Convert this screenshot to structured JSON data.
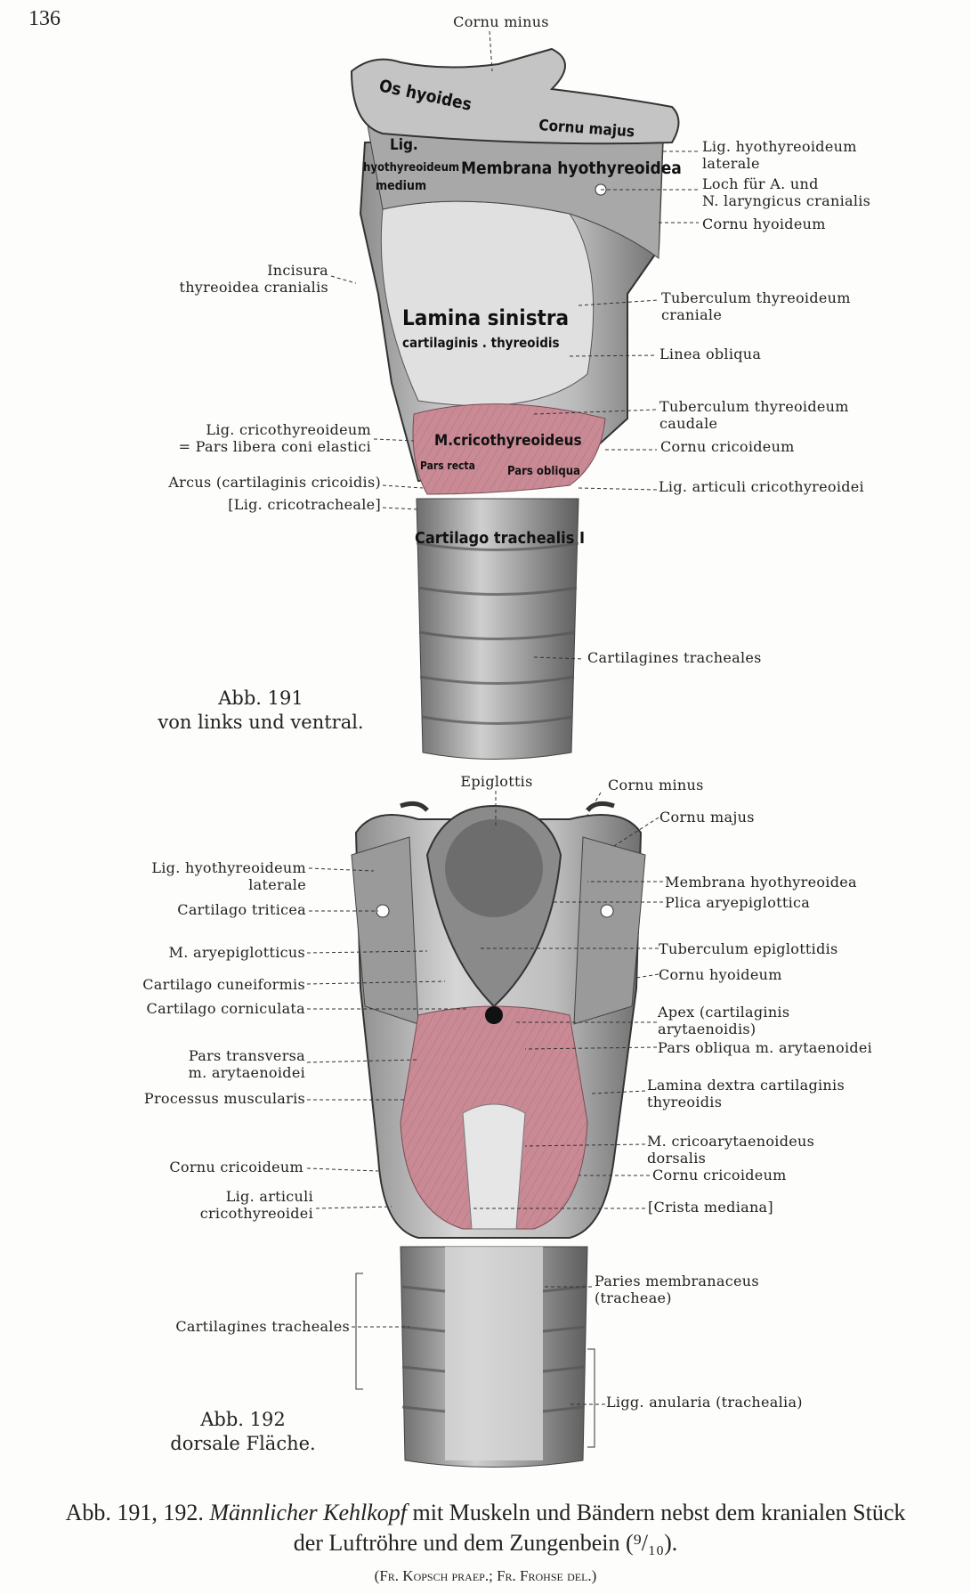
{
  "page_number": "136",
  "fig191": {
    "title": "Abb. 191\nvon links und ventral.",
    "inner_labels": {
      "os_hyoides": "Os hyoides",
      "cornu_majus": "Cornu majus",
      "lig_med_1": "Lig.",
      "lig_med_2": "hyothyreoideum",
      "lig_med_3": "medium",
      "membrana": "Membrana hyothyreoidea",
      "lamina_1": "Lamina sinistra",
      "lamina_2": "cartilaginis . thyreoidis",
      "m_crico": "M.cricothyreoideus",
      "pars_recta": "Pars recta",
      "pars_obliqua": "Pars obliqua",
      "cart_trach": "Cartilago trachealis I"
    },
    "labels": {
      "cornu_minus": "Cornu minus",
      "lig_hyo_lat": "Lig. hyothyreoideum\nlaterale",
      "loch": "Loch für A. und\nN. laryngicus cranialis",
      "cornu_hyoideum": "Cornu hyoideum",
      "incisura": "Incisura\nthyreoidea cranialis",
      "tub_cran": "Tuberculum thyreoideum\ncraniale",
      "linea": "Linea obliqua",
      "tub_caud": "Tuberculum thyreoideum\ncaudale",
      "cornu_cric": "Cornu cricoideum",
      "lig_art": "Lig. articuli cricothyreoidei",
      "lig_cricothy": "Lig. cricothyreoideum\n= Pars libera coni elastici",
      "arcus": "Arcus (cartilaginis cricoidis)",
      "lig_cricotr": "[Lig. cricotracheale]",
      "cart_tracheales": "Cartilagines tracheales"
    }
  },
  "fig192": {
    "title": "Abb. 192\ndorsale Fläche.",
    "labels": {
      "epiglottis": "Epiglottis",
      "cornu_minus": "Cornu minus",
      "cornu_majus": "Cornu majus",
      "lig_hyo_lat": "Lig. hyothyreoideum\nlaterale",
      "membrana": "Membrana hyothyreoidea",
      "plica": "Plica aryepiglottica",
      "triticea": "Cartilago triticea",
      "tub_epi": "Tuberculum epiglottidis",
      "m_aryepi": "M. aryepiglotticus",
      "cornu_hyoideum": "Cornu hyoideum",
      "cuneiformis": "Cartilago cuneiformis",
      "corniculata": "Cartilago corniculata",
      "apex": "Apex (cartilaginis\narytaenoidis)",
      "pars_obl": "Pars obliqua m. arytaenoidei",
      "pars_trans": "Pars transversa\nm. arytaenoidei",
      "lamina_dextra": "Lamina dextra cartilaginis\nthyreoidis",
      "proc_musc": "Processus muscularis",
      "m_cricoary": "M. cricoarytaenoideus\ndorsalis",
      "cornu_cric_l": "Cornu cricoideum",
      "cornu_cric_r": "Cornu cricoideum",
      "lig_art": "Lig. articuli\ncricothyreoidei",
      "crista": "[Crista mediana]",
      "paries": "Paries membranaceus\n(tracheae)",
      "cart_tracheales": "Cartilagines tracheales",
      "ligg_anularia": "Ligg. anularia (trachealia)"
    }
  },
  "caption": {
    "line1_prefix": "Abb. 191, 192. ",
    "line1_italic": "Männlicher Kehlkopf",
    "line1_rest": " mit Muskeln und Bändern nebst dem kranialen Stück",
    "line2": "der Luftröhre und dem Zungenbein (⁹/₁₀).",
    "credits": "(Fr. Kopsch praep.; Fr. Frohse del.)"
  },
  "colors": {
    "bone": "#cfcfcf",
    "muscle": "#c98a95",
    "shadow": "#7a7a7a"
  }
}
